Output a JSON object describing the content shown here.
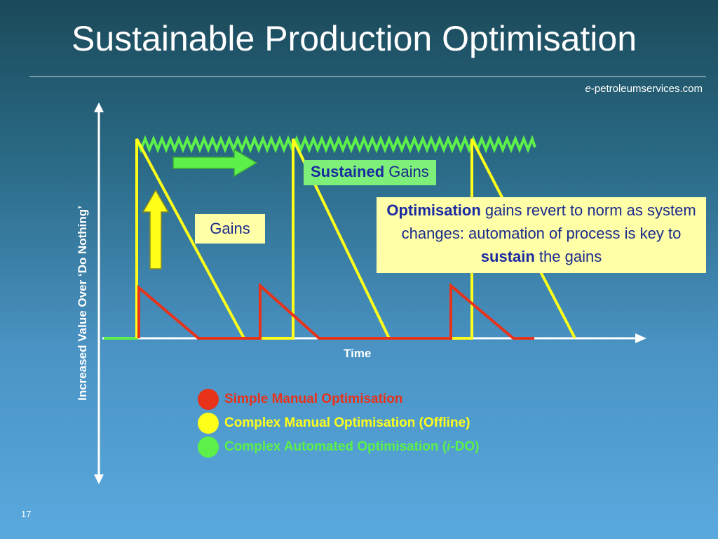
{
  "title": "Sustainable Production Optimisation",
  "site": {
    "prefix": "e",
    "rest": "-petroleumservices.com"
  },
  "axes": {
    "y_label": "Increased Value Over ‘Do Nothing’",
    "x_label": "Time"
  },
  "callouts": {
    "sustained_bold": "Sustained",
    "sustained_rest": " Gains",
    "gains": "Gains",
    "note_bold1": "Optimisation",
    "note_text1": " gains revert to norm as system changes: automation of process is key to ",
    "note_bold2": "sustain",
    "note_text2": " the gains"
  },
  "legend": [
    {
      "label": "Simple Manual Optimisation",
      "color": "#e8321a"
    },
    {
      "label": "Complex Manual Optimisation (Offline)",
      "color": "#ffff1a"
    },
    {
      "label_pre": "Complex Automated Optimisation (",
      "label_italic": "i",
      "label_post": "-DO)",
      "color": "#5ef04a"
    }
  ],
  "colors": {
    "red": "#e8321a",
    "yellow": "#ffff1a",
    "green": "#5ef04a"
  },
  "page_number": "17"
}
